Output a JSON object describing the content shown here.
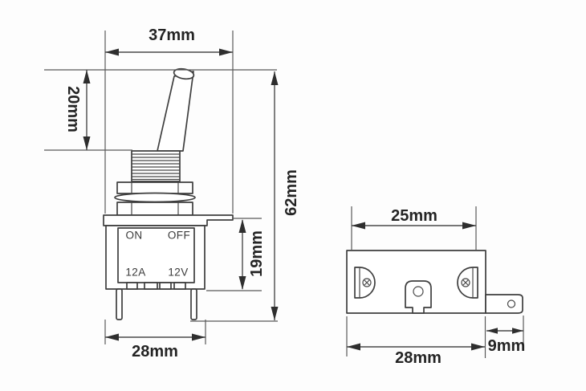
{
  "diagram": {
    "background_color": "#ffffff",
    "line_color": "#3e3e3e",
    "text_color": "#242424",
    "side_view": {
      "dim_flange_width": "37mm",
      "dim_lever_height": "20mm",
      "dim_total_height": "62mm",
      "dim_body_height": "19mm",
      "dim_body_width": "28mm",
      "label_on": "ON",
      "label_off": "OFF",
      "label_current_rating": "12A",
      "label_voltage_rating": "12V"
    },
    "bottom_view": {
      "dim_mount_spacing": "25mm",
      "dim_body_width": "28mm",
      "dim_terminal_width": "9mm"
    }
  }
}
